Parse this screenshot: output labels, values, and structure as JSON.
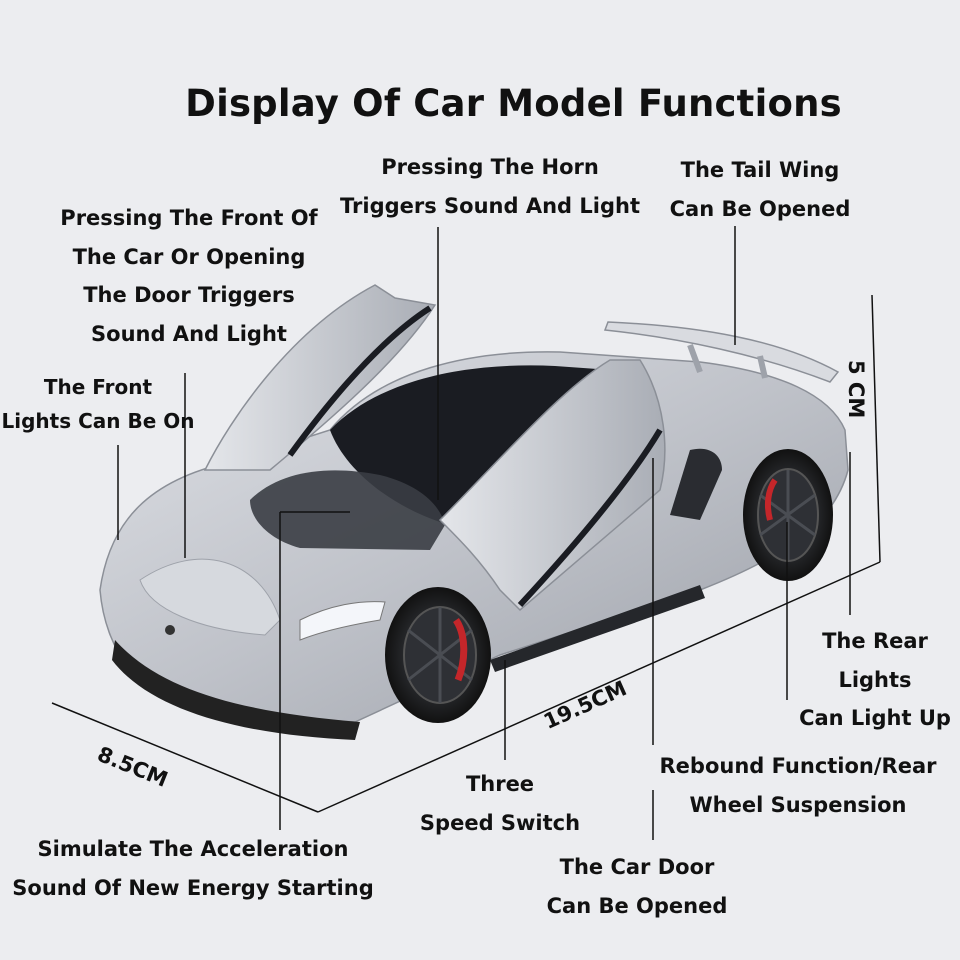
{
  "title": "Display Of Car Model Functions",
  "labels": {
    "horn": [
      "Pressing The Horn",
      "Triggers Sound And Light"
    ],
    "tail_wing": [
      "The Tail Wing",
      "Can Be Opened"
    ],
    "front_door": [
      "Pressing The Front Of",
      "The Car Or Opening",
      "The Door Triggers",
      "Sound And Light"
    ],
    "front_lights": [
      "The Front",
      "Lights Can Be On"
    ],
    "rear_lights": [
      "The Rear",
      "Lights",
      "Can Light Up"
    ],
    "rebound": [
      "Rebound Function/Rear",
      "Wheel Suspension"
    ],
    "speed_switch": [
      "Three",
      "Speed Switch"
    ],
    "acceleration": [
      "Simulate The Acceleration",
      "Sound Of New Energy Starting"
    ],
    "car_door": [
      "The Car Door",
      "Can Be Opened"
    ]
  },
  "dimensions": {
    "height": "5 CM",
    "length": "19.5CM",
    "width": "8.5CM"
  },
  "colors": {
    "background": "#ecedf0",
    "car_body": "#c8cbd2",
    "glass": "#1a1c22",
    "brake": "#c4262a"
  }
}
